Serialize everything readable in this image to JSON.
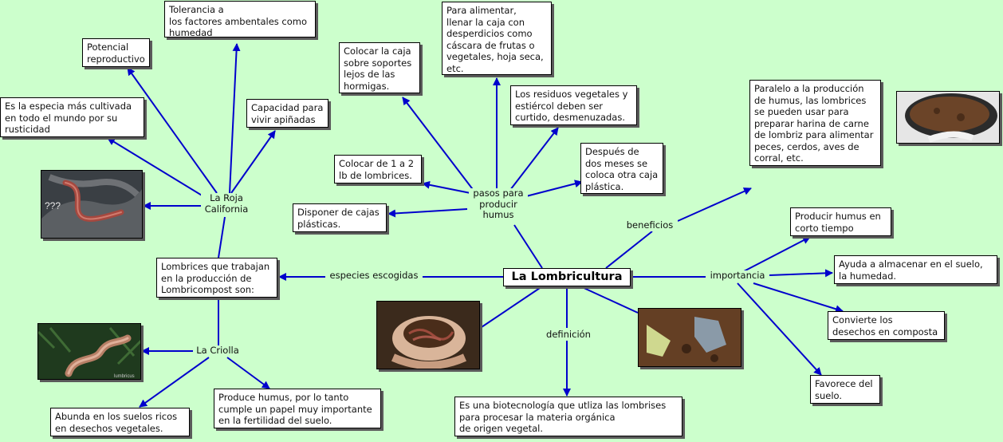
{
  "root": "La Lombricultura",
  "links": {
    "pasos": "pasos para\nproducir\nhumus",
    "beneficios": "beneficios",
    "importancia": "importancia",
    "definicion": "definición",
    "especies": "especies escogidas",
    "roja": "La Roja\nCalifornia",
    "criolla": "La Criolla"
  },
  "nodes": {
    "tolerancia": "Tolerancia a\nlos factores ambentales como\nhumedad",
    "potencial": "Potencial\nreproductivo",
    "cultivada": "Es la especia más cultivada\nen todo el mundo por su\nrusticidad",
    "capacidad": "Capacidad para\nvivir apiñadas",
    "trabajan": "Lombrices que trabajan\nen la producción de\nLombricompost son:",
    "abunda": "Abunda en los suelos ricos\nen desechos vegetales.",
    "produce": "Produce humus, por lo tanto\ncumple un papel muy importante\nen la fertilidad del suelo.",
    "colocar_caja": "Colocar la caja\nsobre soportes\nlejos de las\nhormigas.",
    "alimentar": "Para alimentar,\nllenar la caja con\ndesperdicios como\ncáscara de frutas o\nvegetales, hoja seca,\netc.",
    "residuos": "Los residuos vegetales y\nestiércol deben ser\ncurtido, desmenuzadas.",
    "despues": "Después de\ndos meses se\ncoloca otra caja\nplástica.",
    "colocar_lombrices": "Colocar de 1 a 2\nlb de lombrices.",
    "disponer": "Disponer de cajas\nplásticas.",
    "paralelo": "Paralelo a la producción\nde humus, las lombrices\nse pueden usar para\npreparar harina de carne\nde lombriz para alimentar\npeces, cerdos, aves de\ncorral, etc.",
    "producir": "Producir humus en\ncorto tiempo",
    "ayuda": "Ayuda a almacenar en el suelo,\nla humedad.",
    "convierte": "Convierte los\ndesechos en composta",
    "favorece": "Favorece del\nsuelo.",
    "biotecnologia": "Es una biotecnología que utliza las lombrises\npara procesar la materia orgánica\nde origen vegetal."
  },
  "photos": {
    "red_worm_caption": "???",
    "criolla_caption": "lumbricus"
  },
  "colors": {
    "background": "#ccffcc",
    "connector": "#0000cc",
    "box_border": "#000000",
    "shadow": "#5a5a5a"
  }
}
